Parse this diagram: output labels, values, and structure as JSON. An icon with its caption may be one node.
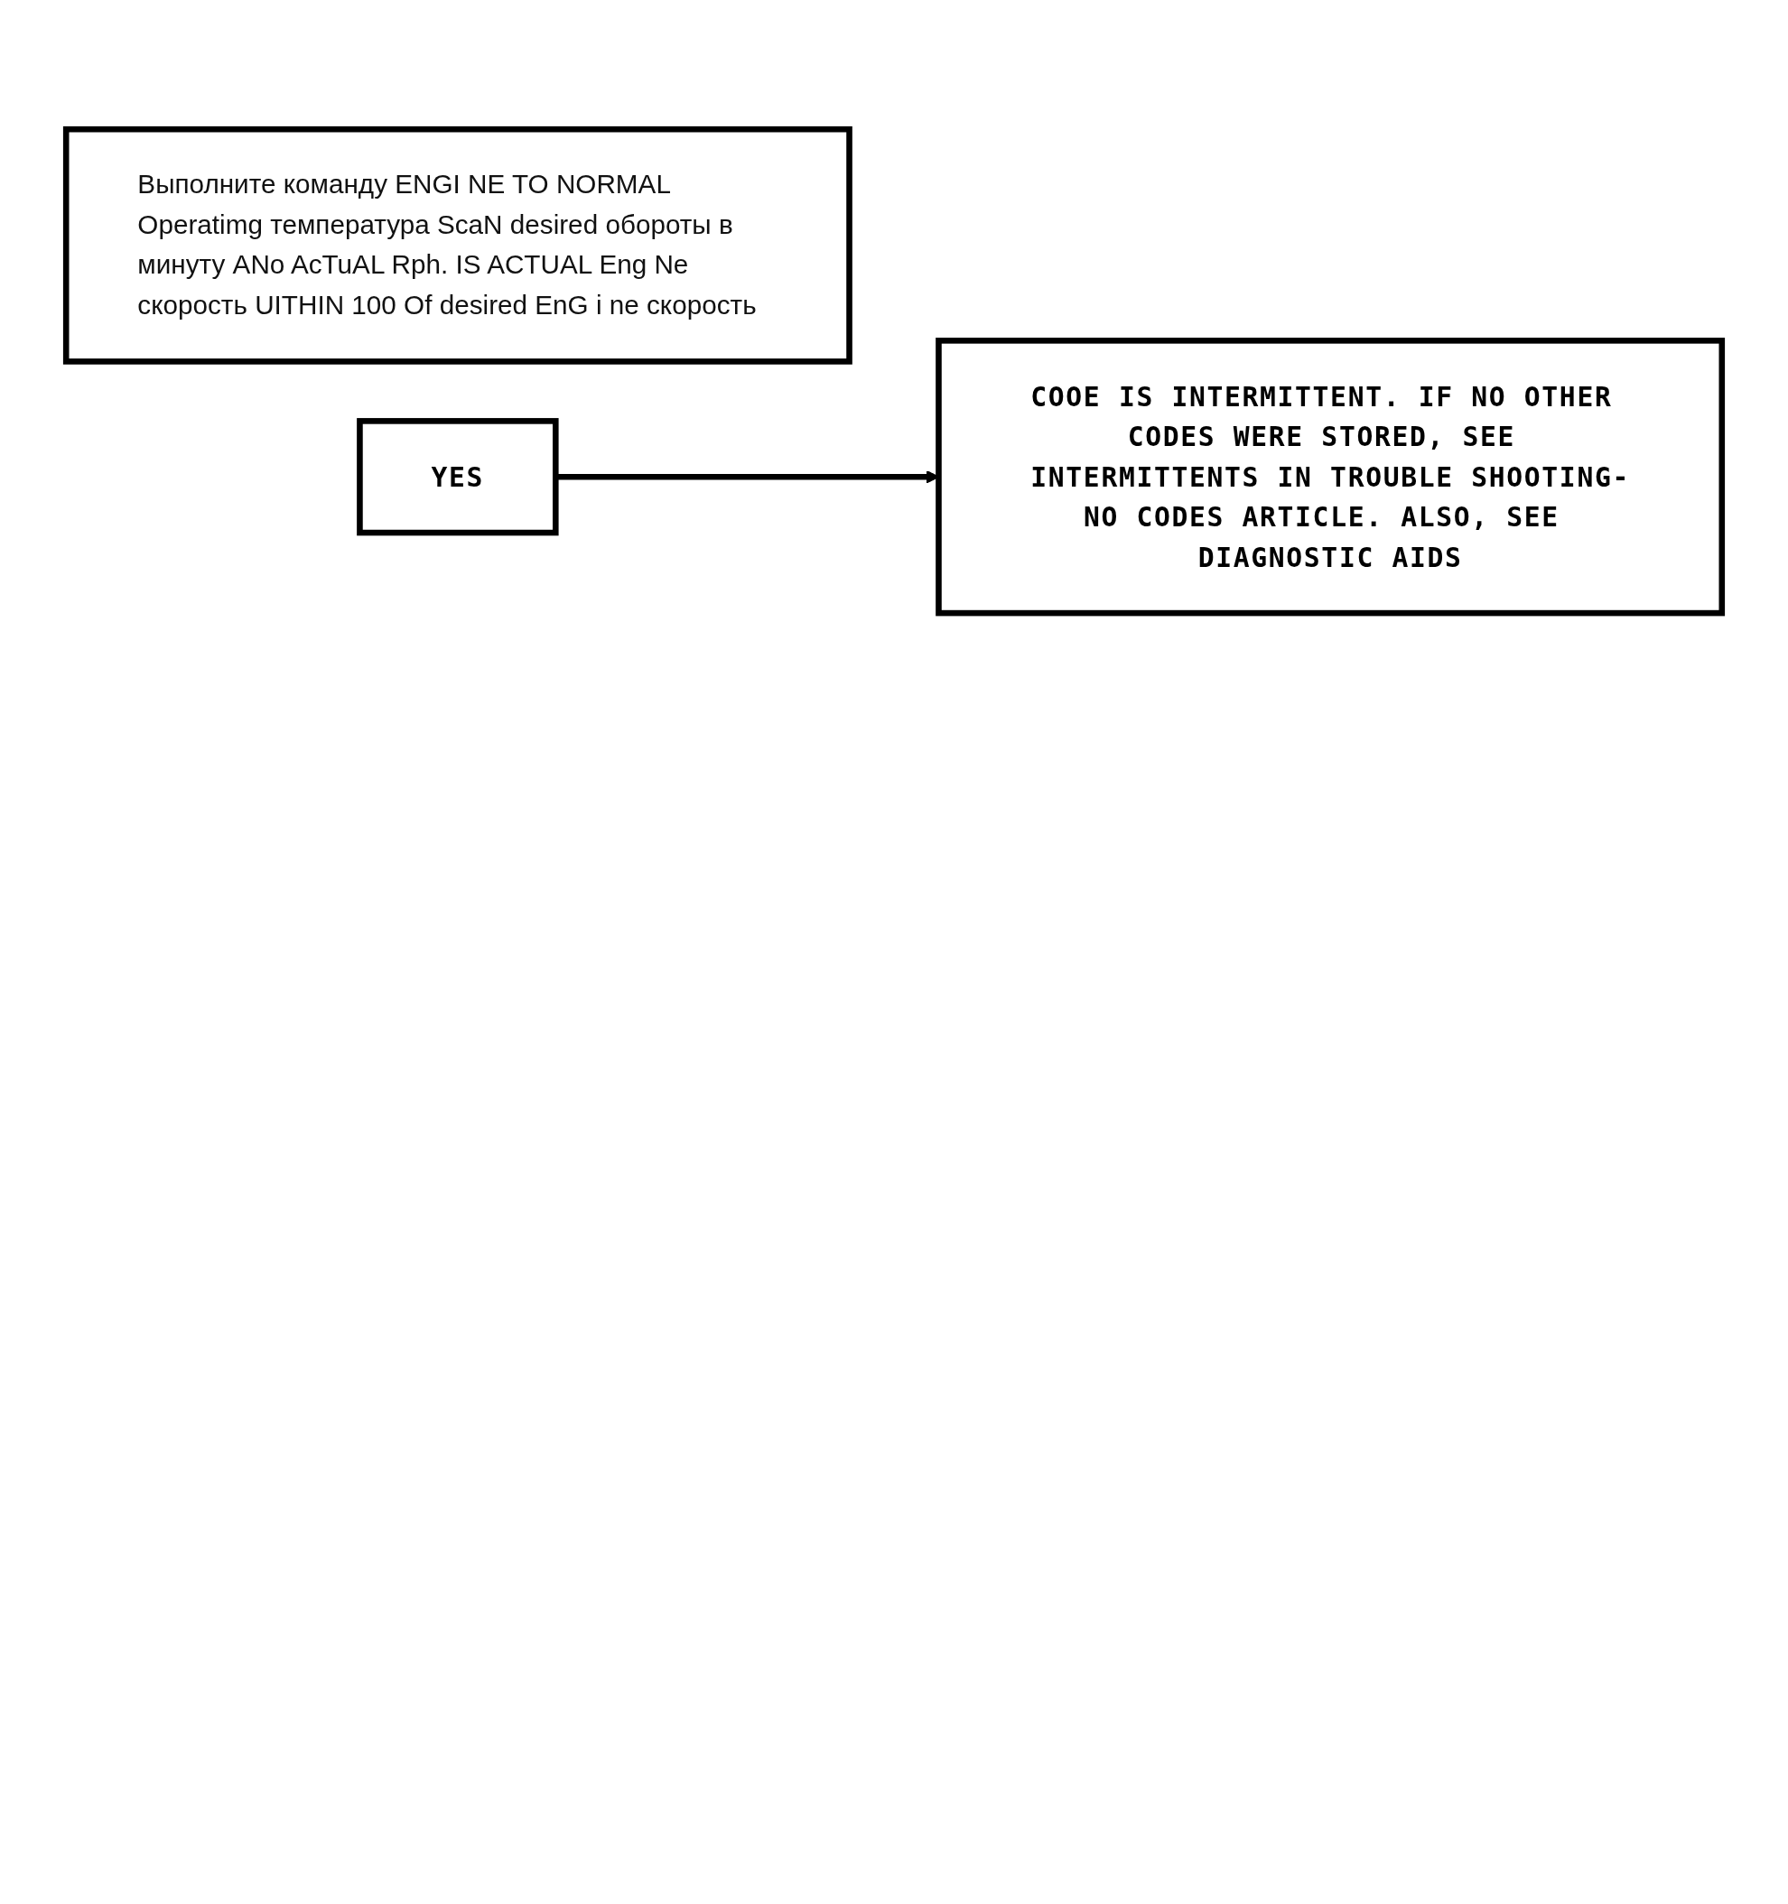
{
  "diagram": {
    "nodes": [
      {
        "text": [
          "Выполните команду ENGI NE TO NORMAL Operatimg температура ScaN desired обороты в минуту ANo AcTuAL Rph. IS ACTUAL Eng Ne скорость UITHIN 100 Of desired EnG i ne скорость"
        ]
      },
      {
        "text": [
          "YES"
        ]
      },
      {
        "text": [
          "COOE IS INTERMITTENT. IF NO OTHER CODES WERE STORED, SEE INTERMITTENTS IN TROUBLE SHOOTING-NO CODES ARTICLE. ALSO, SEE DIAGNOSTIC AIDS"
        ]
      }
    ],
    "edges": [
      {
        "from": 1,
        "to": 2,
        "arrow": "to"
      }
    ]
  }
}
